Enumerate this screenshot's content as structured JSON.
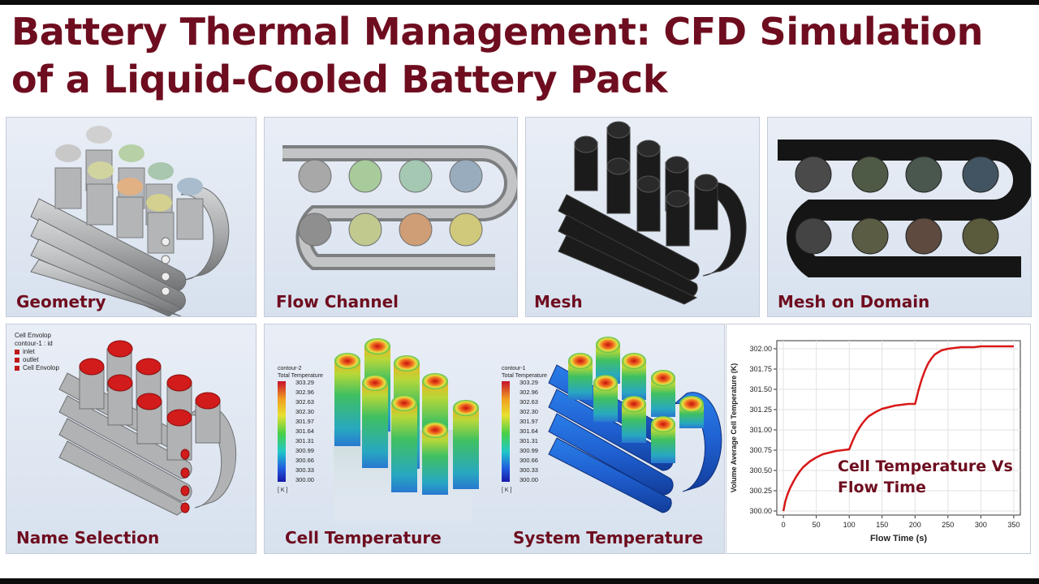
{
  "title": {
    "line1": "Battery Thermal Management: CFD Simulation",
    "line2": "of a Liquid-Cooled Battery Pack"
  },
  "panels": {
    "geometry": "Geometry",
    "flow_channel": "Flow Channel",
    "mesh": "Mesh",
    "mesh_on_domain": "Mesh on Domain",
    "name_selection": "Name Selection",
    "cell_temperature": "Cell Temperature",
    "system_temperature": "System Temperature"
  },
  "name_selection_legend": {
    "title": "Cell Envolop",
    "subtitle": "contour-1 : id",
    "items": [
      "inlet",
      "outlet",
      "Cell Envolop"
    ]
  },
  "colorbar_cell": {
    "name": "contour-2",
    "quantity": "Total Temperature",
    "unit": "[ K ]",
    "ticks": [
      "303.29",
      "302.96",
      "302.63",
      "302.30",
      "301.97",
      "301.64",
      "301.31",
      "300.99",
      "300.66",
      "300.33",
      "300.00"
    ]
  },
  "colorbar_system": {
    "name": "contour-1",
    "quantity": "Total Temperature",
    "unit": "[ K ]",
    "ticks": [
      "303.29",
      "302.96",
      "302.63",
      "302.30",
      "301.97",
      "301.64",
      "301.31",
      "300.99",
      "300.66",
      "300.33",
      "300.00"
    ]
  },
  "chart_note": {
    "line1": "Cell Temperature Vs",
    "line2": "Flow Time"
  },
  "colors": {
    "title": "#6e0d1f",
    "curve": "#d81818",
    "pipe": "#a9abad",
    "panel_bg": "#e4eaf3"
  },
  "chart_data": {
    "type": "line",
    "title": "",
    "xlabel": "Flow Time (s)",
    "ylabel": "Volume Average Cell Temperature (K)",
    "xlim": [
      -10,
      360
    ],
    "ylim": [
      299.95,
      302.1
    ],
    "xticks": [
      0,
      50,
      100,
      150,
      200,
      250,
      300,
      350
    ],
    "yticks": [
      300.0,
      300.25,
      300.5,
      300.75,
      301.0,
      301.25,
      301.5,
      301.75,
      302.0
    ],
    "ytick_labels": [
      "300.00",
      "300.25",
      "300.50",
      "300.75",
      "301.00",
      "301.25",
      "301.50",
      "301.75",
      "302.00"
    ],
    "grid": true,
    "series": [
      {
        "x": [
          0,
          3,
          6,
          10,
          15,
          20,
          25,
          30,
          40,
          50,
          60,
          70,
          80,
          90,
          100,
          102,
          105,
          110,
          115,
          120,
          125,
          130,
          140,
          150,
          160,
          170,
          180,
          190,
          200,
          202,
          205,
          210,
          215,
          220,
          225,
          230,
          240,
          250,
          260,
          270,
          280,
          290,
          300,
          320,
          350
        ],
        "y": [
          300.0,
          300.12,
          300.2,
          300.28,
          300.36,
          300.43,
          300.49,
          300.54,
          300.61,
          300.66,
          300.7,
          300.72,
          300.74,
          300.75,
          300.76,
          300.8,
          300.86,
          300.95,
          301.02,
          301.08,
          301.13,
          301.17,
          301.22,
          301.26,
          301.28,
          301.3,
          301.31,
          301.32,
          301.32,
          301.38,
          301.48,
          301.62,
          301.73,
          301.82,
          301.88,
          301.93,
          301.98,
          302.0,
          302.01,
          302.02,
          302.02,
          302.02,
          302.03,
          302.03,
          302.03
        ]
      }
    ]
  }
}
